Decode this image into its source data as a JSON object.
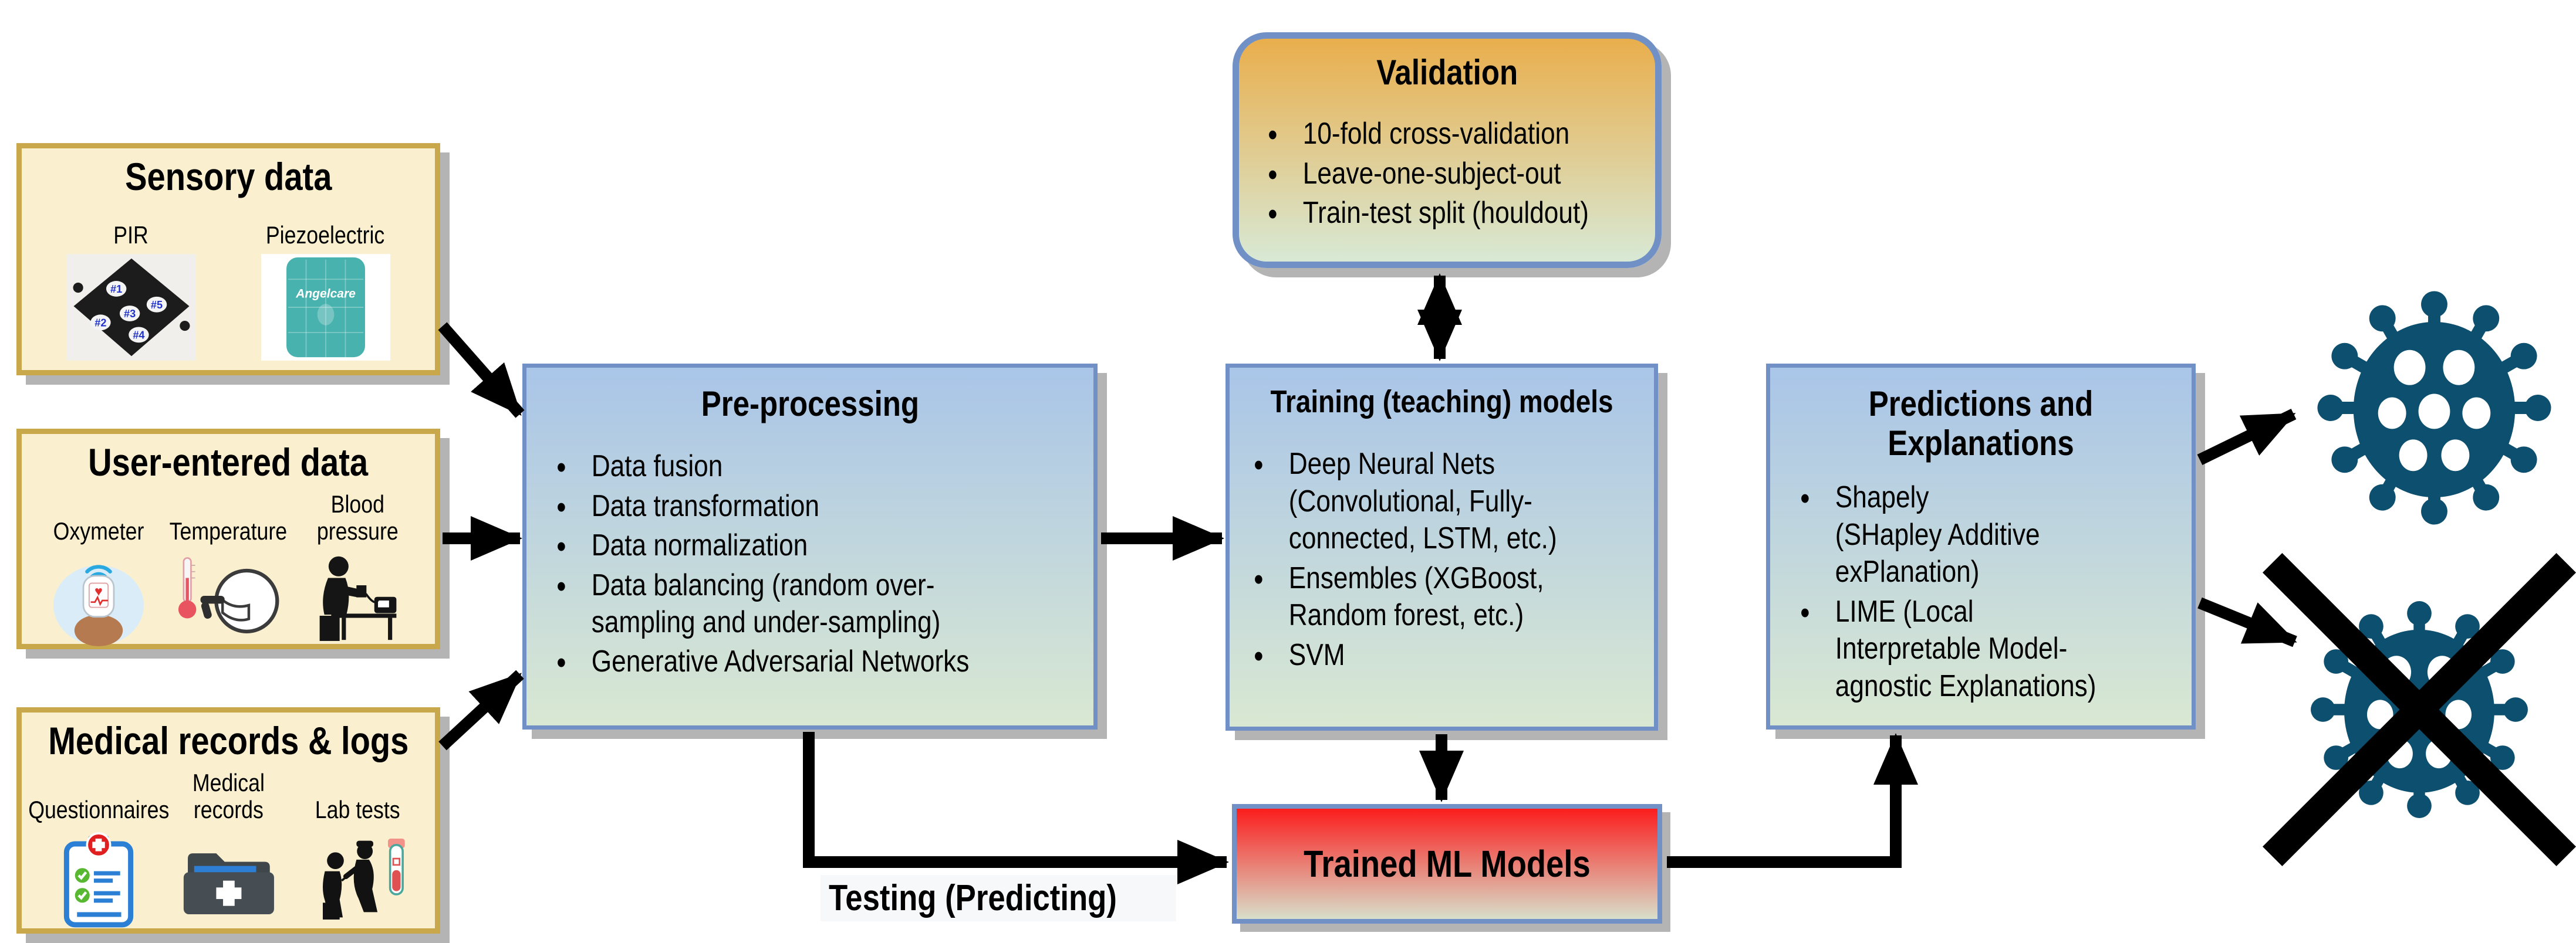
{
  "figure": {
    "inputs": [
      {
        "title": "Sensory data",
        "items": [
          {
            "label": "PIR",
            "icon": "pir-sensor",
            "sensor_labels": [
              "#1",
              "#2",
              "#3",
              "#4",
              "#5"
            ]
          },
          {
            "label": "Piezoelectric",
            "icon": "piezoelectric-pad",
            "brand": "Angelcare"
          }
        ]
      },
      {
        "title": "User-entered data",
        "items": [
          {
            "label": "Oxymeter",
            "icon": "pulse-oximeter"
          },
          {
            "label": "Temperature",
            "icon": "forehead-thermometer"
          },
          {
            "label": "Blood pressure",
            "icon": "blood-pressure-monitor"
          }
        ]
      },
      {
        "title": "Medical records & logs",
        "items": [
          {
            "label": "Questionnaires",
            "icon": "clipboard-checklist"
          },
          {
            "label": "Medical\nrecords",
            "icon": "medical-folder"
          },
          {
            "label": "Lab tests",
            "icon": "blood-test"
          }
        ]
      }
    ],
    "preprocessing": {
      "title": "Pre-processing",
      "bullets": [
        "Data fusion",
        "Data transformation",
        "Data normalization",
        "Data balancing (random over-\nsampling and under-sampling)",
        "Generative Adversarial Networks"
      ]
    },
    "validation": {
      "title": "Validation",
      "bullets": [
        "10-fold cross-validation",
        "Leave-one-subject-out",
        "Train-test split (houldout)"
      ]
    },
    "training": {
      "title": "Training (teaching) models",
      "bullets": [
        "Deep Neural Nets\n(Convolutional, Fully-\nconnected, LSTM, etc.)",
        "Ensembles (XGBoost,\nRandom forest, etc.)",
        "SVM"
      ]
    },
    "predictions": {
      "title": "Predictions and\nExplanations",
      "bullets": [
        "Shapely\n(SHapley Additive\nexPlanation)",
        "LIME (Local\nInterpretable Model-\nagnostic Explanations)"
      ]
    },
    "trained_models": {
      "title": "Trained ML Models"
    },
    "labels": {
      "testing": "Testing (Predicting)"
    },
    "outcomes": [
      {
        "icon": "coronavirus"
      },
      {
        "icon": "coronavirus-crossed"
      }
    ],
    "colors": {
      "input_fill": "#faf0cf",
      "input_border": "#c9a84c",
      "process_border": "#7191c6",
      "process_gradient_top": "#a9c5e8",
      "process_gradient_bottom": "#d9e8d2",
      "validation_gradient_top": "#e9ae4c",
      "trained_gradient_top": "#fb1d1d",
      "virus": "#0d4f6e",
      "arrow": "#000000",
      "shadow": "#b4b4b4"
    }
  }
}
